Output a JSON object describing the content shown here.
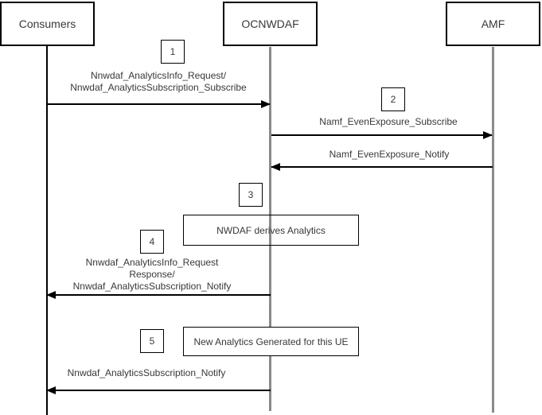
{
  "diagram_type": "sequence-diagram",
  "actors": [
    {
      "id": "consumers",
      "label": "Consumers"
    },
    {
      "id": "ocnwdaf",
      "label": "OCNWDAF"
    },
    {
      "id": "amf",
      "label": "AMF"
    }
  ],
  "steps": [
    "1",
    "2",
    "3",
    "4",
    "5"
  ],
  "messages": [
    {
      "from": "Consumers",
      "to": "OCNWDAF",
      "direction": "right",
      "lines": [
        "Nnwdaf_AnalyticsInfo_Request/",
        "Nnwdaf_AnalyticsSubscription_Subscribe"
      ]
    },
    {
      "from": "OCNWDAF",
      "to": "AMF",
      "direction": "right",
      "lines": [
        "Namf_EvenExposure_Subscribe"
      ]
    },
    {
      "from": "AMF",
      "to": "OCNWDAF",
      "direction": "left",
      "lines": [
        "Namf_EvenExposure_Notify"
      ]
    },
    {
      "from": "OCNWDAF",
      "to": "Consumers",
      "direction": "left",
      "lines": [
        "Nnwdaf_AnalyticsInfo_Request",
        "Response/",
        "Nnwdaf_AnalyticsSubscription_Notify"
      ]
    },
    {
      "from": "OCNWDAF",
      "to": "Consumers",
      "direction": "left",
      "lines": [
        "Nnwdaf_AnalyticsSubscription_Notify"
      ]
    }
  ],
  "activities": [
    {
      "label": "NWDAF derives Analytics"
    },
    {
      "label": "New Analytics Generated for this UE"
    }
  ],
  "colors": {
    "lifeline_gray": "#8a8a8a",
    "line_black": "#000000",
    "text": "#383838",
    "background": "#ffffff"
  }
}
